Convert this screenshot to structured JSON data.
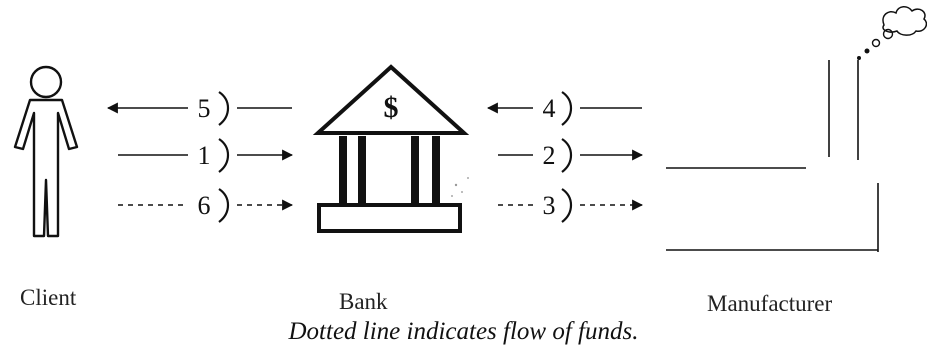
{
  "labels": {
    "client": "Client",
    "bank": "Bank",
    "manufacturer": "Manufacturer",
    "caption": "Dotted line indicates flow of funds."
  },
  "bank_symbol": "$",
  "steps": [
    {
      "number": "5",
      "from": "bank",
      "to": "client",
      "style": "solid"
    },
    {
      "number": "1",
      "from": "client",
      "to": "bank",
      "style": "solid"
    },
    {
      "number": "6",
      "from": "client",
      "to": "bank",
      "style": "dotted"
    },
    {
      "number": "4",
      "from": "manufacturer",
      "to": "bank",
      "style": "solid"
    },
    {
      "number": "2",
      "from": "bank",
      "to": "manufacturer",
      "style": "solid"
    },
    {
      "number": "3",
      "from": "bank",
      "to": "manufacturer",
      "style": "dotted"
    }
  ],
  "colors": {
    "ink": "#111111",
    "background": "#ffffff"
  }
}
